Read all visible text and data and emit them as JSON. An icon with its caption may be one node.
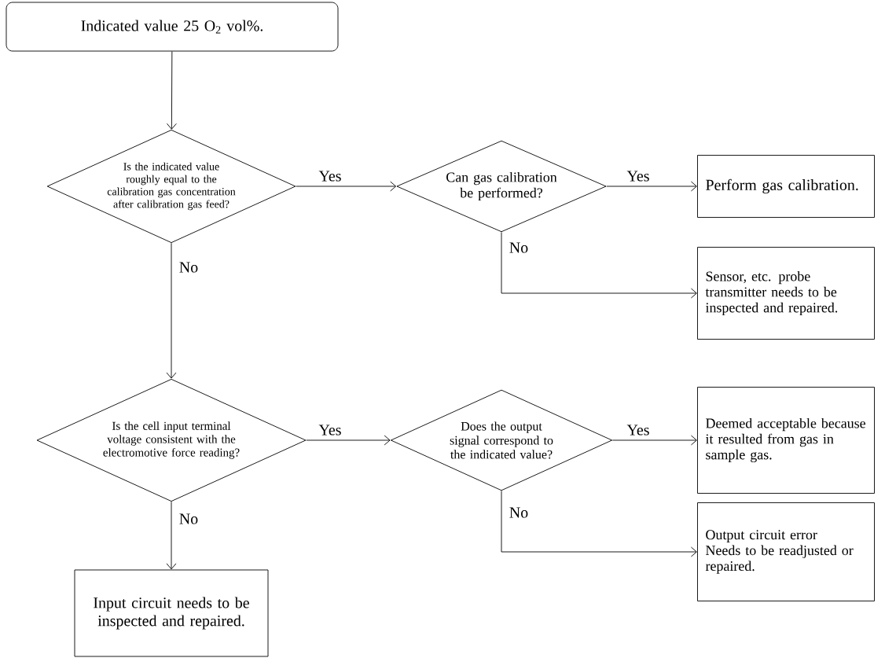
{
  "diagram": {
    "nodes": [
      {
        "text": [
          "Indicated value 25 O$_{2}$ vol%."
        ]
      },
      {
        "text": [
          "Is the indicated value roughly equal to the calibration gas concentration after calibration gas feed?"
        ]
      },
      {
        "text": [
          "Can gas calibration be performed?"
        ]
      },
      {
        "text": [
          "Perform gas calibration."
        ]
      },
      {
        "text": [
          "Sensor, etc. probe transmitter needs to be inspected and repaired."
        ]
      },
      {
        "text": [
          "Is the cell input terminal voltage consistent with the electromotive force reading?"
        ]
      },
      {
        "text": [
          "Does the output signal correspond to the indicated value?"
        ]
      },
      {
        "text": [
          "Deemed acceptable because it resulted from gas in sample gas."
        ]
      },
      {
        "text": [
          "Output circuit error Needs to be readjusted or repaired."
        ]
      },
      {
        "text": [
          "Input circuit needs to be inspected and repaired."
        ]
      }
    ],
    "edges": [
      {
        "from": 0,
        "to": 1,
        "arrow": "to"
      },
      {
        "from": 1,
        "to": 2,
        "arrow": "to",
        "label": "Yes"
      },
      {
        "from": 2,
        "to": 3,
        "arrow": "to",
        "label": "Yes"
      },
      {
        "from": 2,
        "to": 4,
        "arrow": "to",
        "label": "No"
      },
      {
        "from": 1,
        "to": 5,
        "arrow": "to",
        "label": "No"
      },
      {
        "from": 5,
        "to": 6,
        "arrow": "to",
        "label": "Yes"
      },
      {
        "from": 6,
        "to": 7,
        "arrow": "to",
        "label": "Yes"
      },
      {
        "from": 6,
        "to": 8,
        "arrow": "to",
        "label": "No"
      },
      {
        "from": 5,
        "to": 9,
        "arrow": "to",
        "label": "No"
      }
    ]
  }
}
